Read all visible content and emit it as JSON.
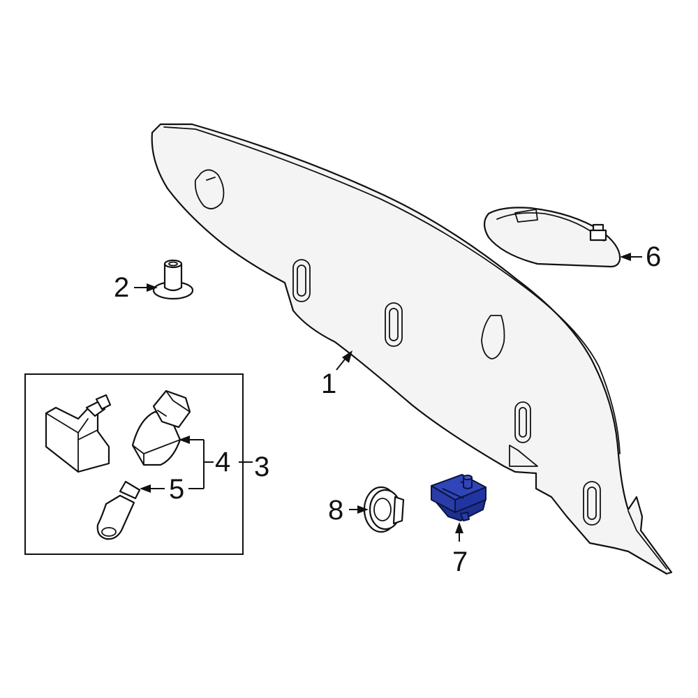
{
  "callouts": {
    "c1": "1",
    "c2": "2",
    "c3": "3",
    "c4": "4",
    "c5": "5",
    "c6": "6",
    "c7": "7",
    "c8": "8"
  },
  "colors": {
    "highlight": "#3045b8",
    "highlight_dark": "#1d2f8f",
    "line": "#111111",
    "part_fill": "#f4f4f4"
  },
  "highlighted_part": "7"
}
